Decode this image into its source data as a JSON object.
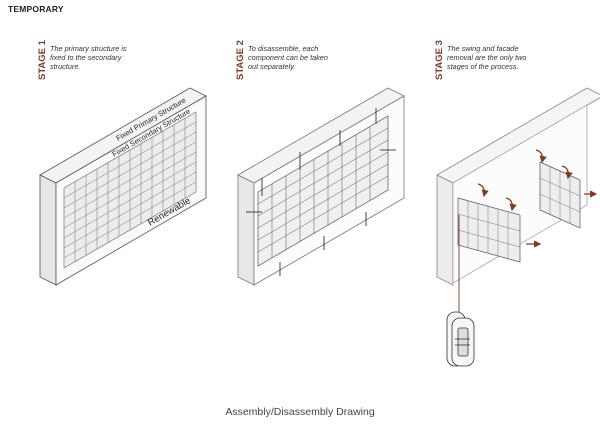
{
  "header": {
    "title": "TEMPORARY"
  },
  "stages": [
    {
      "label": "STAGE 1",
      "description": "The primary structure is fixed to the secondary structure."
    },
    {
      "label": "STAGE 2",
      "description": "To disassemble, each component can be taken out separately."
    },
    {
      "label": "STAGE 3",
      "description": "The swing and facade removal are the only two stages of the process."
    }
  ],
  "annotations": {
    "primary": "Fixed Primary Structure",
    "secondary": "Fixed Secondary Structure",
    "renewable": "Renewable"
  },
  "caption": "Assembly/Disassembly Drawing",
  "colors": {
    "accent": "#7a3b2a",
    "arrow": "#7a3b2a",
    "line": "#555555"
  }
}
